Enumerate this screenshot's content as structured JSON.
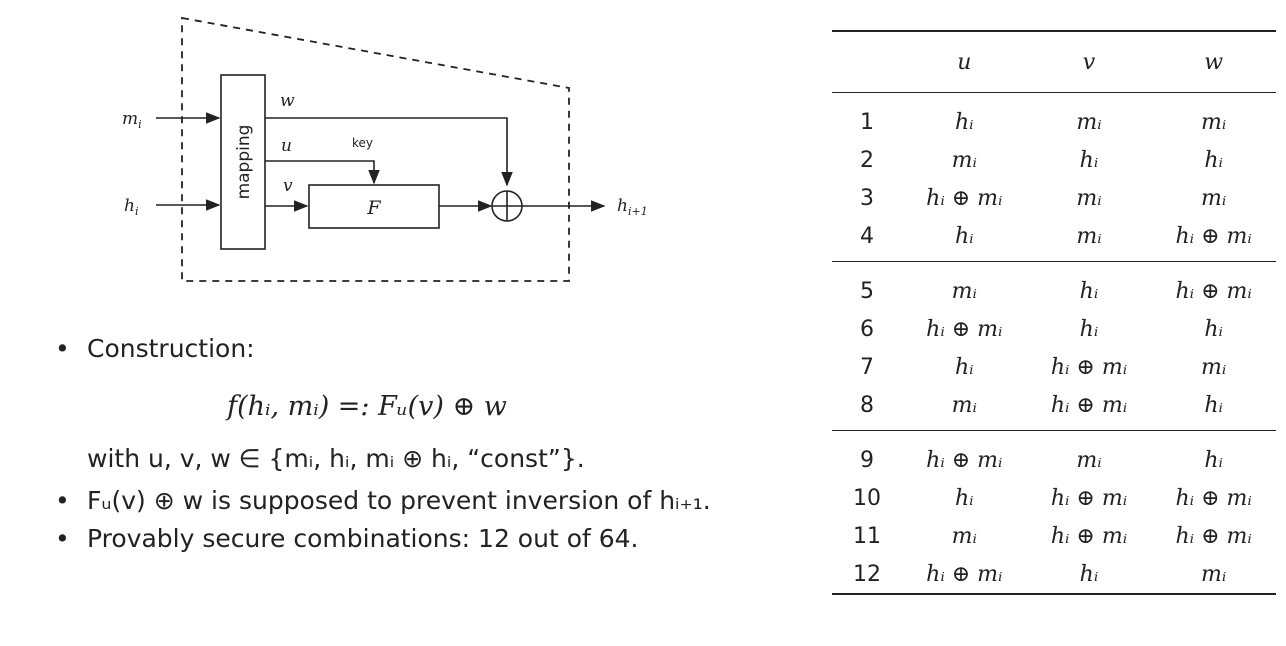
{
  "diagram": {
    "inputs": [
      "m",
      "h"
    ],
    "input_subscript": "i",
    "output": "h",
    "output_subscript": "i+1",
    "mapping_label": "mapping",
    "wire_labels": {
      "w": "w",
      "u": "u",
      "v": "v"
    },
    "key_label": "key",
    "function_label": "F",
    "xor_symbol": "⊕"
  },
  "bullets": {
    "construction": "Construction:",
    "formula": "f(hᵢ, mᵢ) =: Fᵤ(v) ⊕ w",
    "with_text": "with u, v, w ∈ {mᵢ, hᵢ, mᵢ ⊕ hᵢ, “const”}.",
    "prevent": "Fᵤ(v) ⊕ w is supposed to prevent inversion of hᵢ₊₁.",
    "secure": "Provably secure combinations: 12 out of 64."
  },
  "table": {
    "headers": [
      "",
      "u",
      "v",
      "w"
    ],
    "rows": [
      [
        "1",
        "hᵢ",
        "mᵢ",
        "mᵢ"
      ],
      [
        "2",
        "mᵢ",
        "hᵢ",
        "hᵢ"
      ],
      [
        "3",
        "hᵢ ⊕ mᵢ",
        "mᵢ",
        "mᵢ"
      ],
      [
        "4",
        "hᵢ",
        "mᵢ",
        "hᵢ ⊕ mᵢ"
      ],
      [
        "5",
        "mᵢ",
        "hᵢ",
        "hᵢ ⊕ mᵢ"
      ],
      [
        "6",
        "hᵢ ⊕ mᵢ",
        "hᵢ",
        "hᵢ"
      ],
      [
        "7",
        "hᵢ",
        "hᵢ ⊕ mᵢ",
        "mᵢ"
      ],
      [
        "8",
        "mᵢ",
        "hᵢ ⊕ mᵢ",
        "hᵢ"
      ],
      [
        "9",
        "hᵢ ⊕ mᵢ",
        "mᵢ",
        "hᵢ"
      ],
      [
        "10",
        "hᵢ",
        "hᵢ ⊕ mᵢ",
        "hᵢ ⊕ mᵢ"
      ],
      [
        "11",
        "mᵢ",
        "hᵢ ⊕ mᵢ",
        "hᵢ ⊕ mᵢ"
      ],
      [
        "12",
        "hᵢ ⊕ mᵢ",
        "hᵢ",
        "mᵢ"
      ]
    ]
  }
}
